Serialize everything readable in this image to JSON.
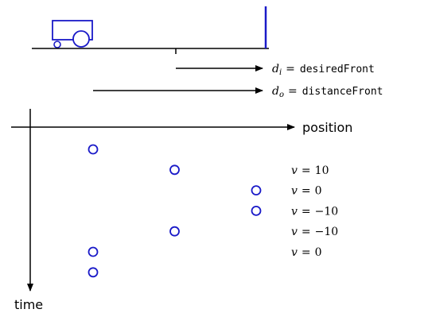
{
  "colors": {
    "robot": "#1a1ac8",
    "wall": "#1a1ac8",
    "point": "#1a1ac8",
    "line": "#000000"
  },
  "arrows": {
    "desired": {
      "var": "d",
      "sub": "i",
      "eq": "=",
      "name": "desiredFront"
    },
    "distance": {
      "var": "d",
      "sub": "o",
      "eq": "=",
      "name": "distanceFront"
    }
  },
  "axes": {
    "x_label": "position",
    "y_label": "time"
  },
  "velocity_labels": [
    {
      "var": "v",
      "eq": "=",
      "value": "10"
    },
    {
      "var": "v",
      "eq": "=",
      "value": "0"
    },
    {
      "var": "v",
      "eq": "=",
      "value": "−10"
    },
    {
      "var": "v",
      "eq": "=",
      "value": "−10"
    },
    {
      "var": "v",
      "eq": "=",
      "value": "0"
    }
  ],
  "trajectory": [
    {
      "step": 0,
      "position": 0
    },
    {
      "step": 1,
      "position": 1
    },
    {
      "step": 2,
      "position": 2
    },
    {
      "step": 3,
      "position": 2
    },
    {
      "step": 4,
      "position": 1
    },
    {
      "step": 5,
      "position": 0
    },
    {
      "step": 6,
      "position": 0
    }
  ]
}
